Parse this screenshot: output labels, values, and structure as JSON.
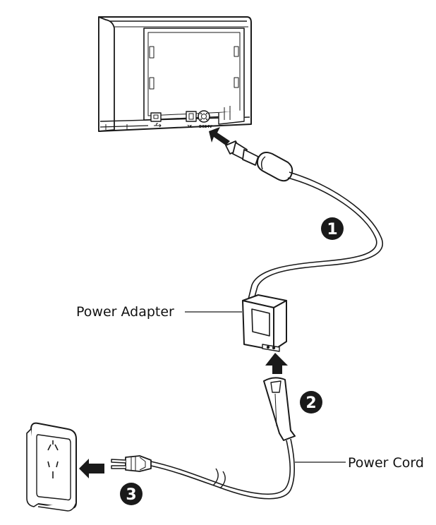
{
  "labels": {
    "power_adapter": "Power Adapter",
    "power_cord": "Power Cord"
  },
  "steps": [
    {
      "number": "1"
    },
    {
      "number": "2"
    },
    {
      "number": "3"
    }
  ],
  "printer_port_marks": {
    "mark_a": "2K",
    "mark_b": "DC24V"
  },
  "colors": {
    "line": "#1a1a1a",
    "step_circle": "#1a1a1a",
    "arrow": "#1a1a1a",
    "background": "#ffffff"
  },
  "icons": [
    "usb-icon",
    "arrow-icon",
    "outlet-icon",
    "plug-icon"
  ]
}
